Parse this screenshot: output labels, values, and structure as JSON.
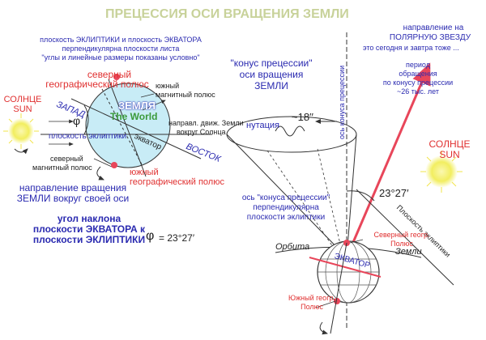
{
  "title": "ПРЕЦЕССИЯ ОСИ ВРАЩЕНИЯ ЗЕМЛИ",
  "left": {
    "note_l1": "плоскость ЭКЛИПТИКИ и плоскость ЭКВАТОРА",
    "note_l2": "перпендикулярна плоскости листа",
    "note_l3": "\"углы и линейные размеры показаны условно\"",
    "north_geo_l1": "северный",
    "north_geo_l2": "географический полюс",
    "south_mag_l1": "южный",
    "south_mag_l2": "магнитный полюс",
    "sun_l1": "СОЛНЦЕ",
    "sun_l2": "SUN",
    "zapad": "ЗАПАД",
    "earth_ru": "ЗЕМЛЯ",
    "earth_en": "The World",
    "phi": "φ",
    "ecliptic_plane": "плоскость эклиптики",
    "equator": "экватор",
    "motion_l1": "направл. движ. Земли",
    "motion_l2": "вокруг Солнца",
    "vostok": "ВОСТОК",
    "north_mag_l1": "северный",
    "north_mag_l2": "магнитный полюс",
    "south_geo_l1": "южный",
    "south_geo_l2": "географический полюс",
    "rotation_l1": "направление вращения",
    "rotation_l2": "ЗЕМЛИ вокруг своей оси",
    "tilt_l1": "угол наклона",
    "tilt_l2": "плоскости ЭКВАТОРА к",
    "tilt_l3": "плоскости ЭКЛИПТИКИ",
    "tilt_phi": "φ",
    "tilt_value": "= 23°27′"
  },
  "right": {
    "polaris_l1": "направление на",
    "polaris_l2": "ПОЛЯРНУЮ ЗВЕЗДУ",
    "polaris_l3": "это сегодня  и  завтра тоже ...",
    "cone_l1": "\"конус прецессии\"",
    "cone_l2": "оси вращения",
    "cone_l3": "ЗЕМЛИ",
    "cone_axis": "ось конуса прецессии",
    "period_l1": "период",
    "period_l2": "обращения",
    "period_l3": "по конусу прецессии",
    "period_l4": "~26 тыс. лет",
    "nutation": "нутация",
    "angle_18": "~18′′",
    "sun_l1": "СОЛНЦЕ",
    "sun_l2": "SUN",
    "perp_l1": "ось \"конуса прецессии\"",
    "perp_l2": "перпендикулярна",
    "perp_l3": "плоскости эклиптики",
    "angle_23": "23°27′",
    "ecliptic_plane": "Плоскость эклиптики",
    "north_geo_l1": "Северный геогр.",
    "north_geo_l2": "Полюс",
    "orbit_1": "Орбита",
    "orbit_2": "Земли",
    "equator": "ЭКВАТОР",
    "south_geo_l1": "Южный геогр.",
    "south_geo_l2": "Полюс"
  },
  "colors": {
    "title": "#c8d29a",
    "text_blue": "#2a2ab0",
    "text_red": "#e03030",
    "earth_fill": "#c8ecf6",
    "sun_yellow": "#f2ee60",
    "polaris_arrow": "#e8465a"
  }
}
